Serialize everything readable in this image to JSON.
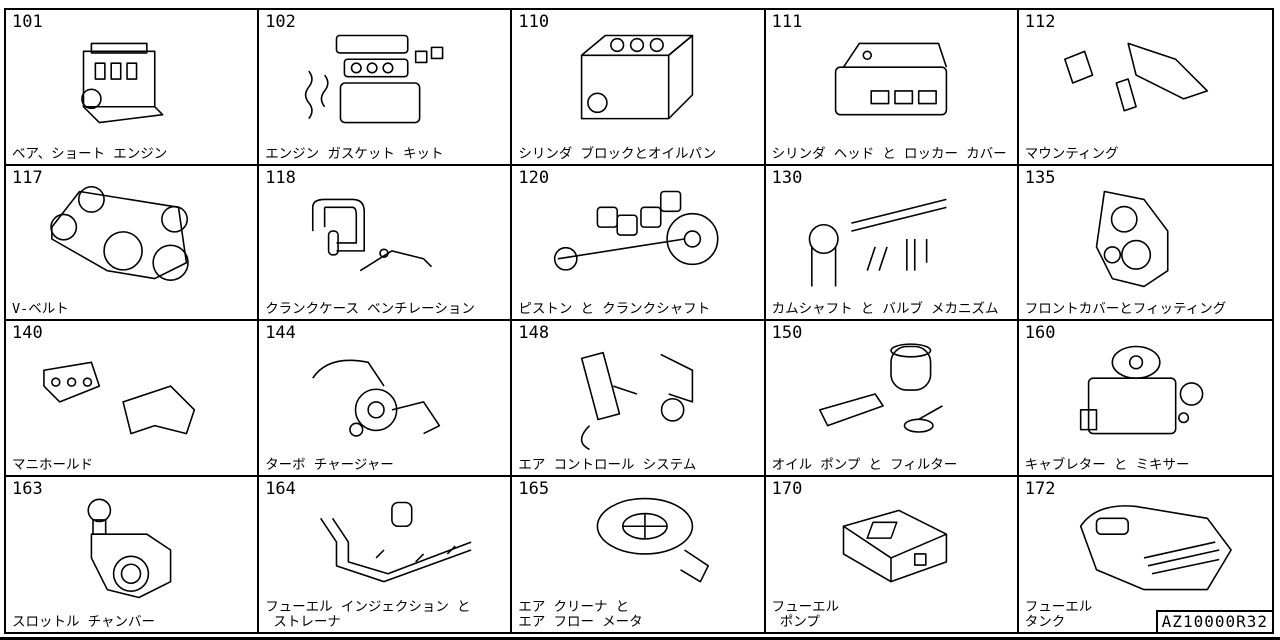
{
  "reference_code": "AZ10000R32",
  "sections": [
    {
      "code": "101",
      "name": "ベア、ショート エンジン",
      "icon": "short-engine-icon"
    },
    {
      "code": "102",
      "name": "エンジン ガスケット キット",
      "icon": "gasket-kit-icon"
    },
    {
      "code": "110",
      "name": "シリンダ ブロックとオイルパン",
      "icon": "cylinder-block-icon"
    },
    {
      "code": "111",
      "name": "シリンダ ヘッド と ロッカー カバー",
      "icon": "cylinder-head-icon"
    },
    {
      "code": "112",
      "name": "マウンティング",
      "icon": "mounting-icon"
    },
    {
      "code": "117",
      "name": "V-ベルト",
      "icon": "v-belt-icon"
    },
    {
      "code": "118",
      "name": "クランクケース ベンチレーション",
      "icon": "crankcase-hose-icon"
    },
    {
      "code": "120",
      "name": "ピストン と クランクシャフト",
      "icon": "piston-crankshaft-icon"
    },
    {
      "code": "130",
      "name": "カムシャフト と バルブ メカニズム",
      "icon": "camshaft-valve-icon"
    },
    {
      "code": "135",
      "name": "フロントカバーとフィッティング",
      "icon": "front-cover-icon"
    },
    {
      "code": "140",
      "name": "マニホールド",
      "icon": "manifold-icon"
    },
    {
      "code": "144",
      "name": "ターボ チャージャー",
      "icon": "turbocharger-icon"
    },
    {
      "code": "148",
      "name": "エア コントロール システム",
      "icon": "air-control-icon"
    },
    {
      "code": "150",
      "name": "オイル ポンプ と フィルター",
      "icon": "oil-pump-filter-icon"
    },
    {
      "code": "160",
      "name": "キャブレター と ミキサー",
      "icon": "carburetor-icon"
    },
    {
      "code": "163",
      "name": "スロットル チャンバー",
      "icon": "throttle-chamber-icon"
    },
    {
      "code": "164",
      "name": "フューエル インジェクション と\n ストレーナ",
      "icon": "fuel-injection-icon"
    },
    {
      "code": "165",
      "name": "エア クリーナ と\nエア フロー メータ",
      "icon": "air-cleaner-icon"
    },
    {
      "code": "170",
      "name": "フューエル\n ポンプ",
      "icon": "fuel-pump-icon"
    },
    {
      "code": "172",
      "name": "フューエル\nタンク",
      "icon": "fuel-tank-icon"
    }
  ]
}
